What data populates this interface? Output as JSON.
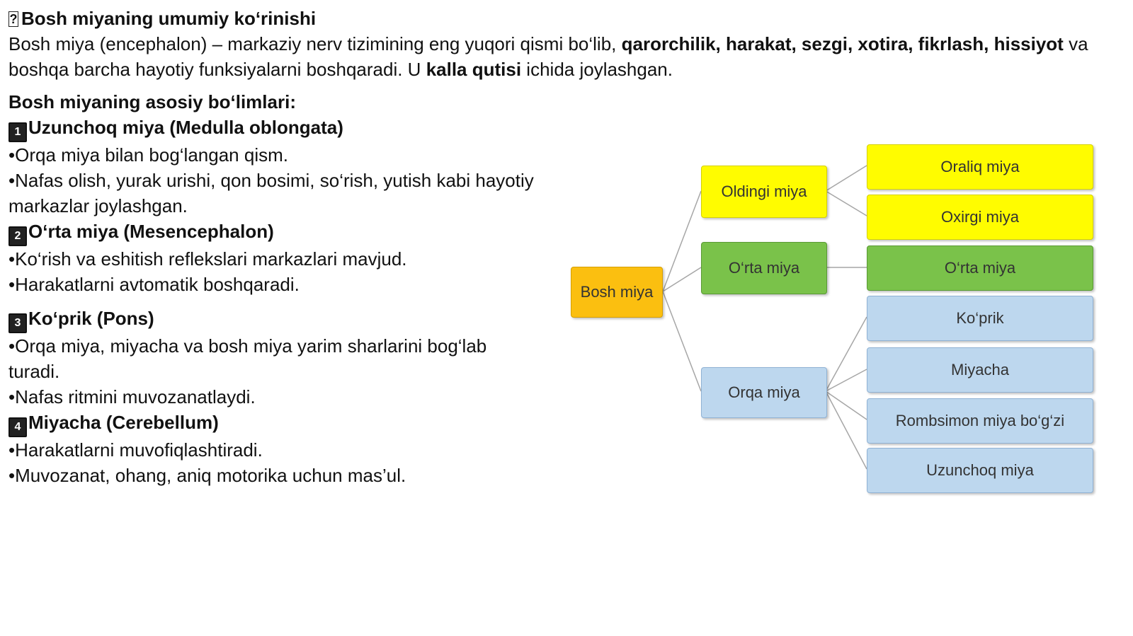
{
  "title": {
    "icon": "box-icon",
    "text": "Bosh miyaning umumiy ko‘rinishi"
  },
  "intro": {
    "p1": "Bosh miya (encephalon) – markaziy nerv tizimining eng yuqori qismi bo‘lib, ",
    "bold1": "qarorchilik, harakat, sezgi, xotira, fikrlash, hissiyot",
    "p2": " va",
    "p3": "boshqa barcha hayotiy funksiyalarni boshqaradi. U ",
    "bold2": "kalla qutisi",
    "p4": " ichida joylashgan."
  },
  "sections_heading": "Bosh miyaning asosiy bo‘limlari:",
  "sections": [
    {
      "num": "1",
      "title": "Uzunchoq miya (Medulla oblongata)",
      "bullets": [
        "•Orqa miya bilan bog‘langan qism.",
        "•Nafas olish, yurak urishi, qon bosimi, so‘rish, yutish kabi hayotiy markazlar joylashgan."
      ]
    },
    {
      "num": "2",
      "title": "O‘rta miya (Mesencephalon)",
      "bullets": [
        "•Ko‘rish va eshitish reflekslari markazlari mavjud.",
        "•Harakatlarni avtomatik boshqaradi."
      ]
    },
    {
      "num": "3",
      "title": "Ko‘prik (Pons)",
      "bullets": [
        "•Orqa miya, miyacha va bosh miya yarim sharlarini bog‘lab turadi.",
        "•Nafas ritmini muvozanatlaydi."
      ]
    },
    {
      "num": "4",
      "title": "Miyacha (Cerebellum)",
      "bullets": [
        "•Harakatlarni muvofiqlashtiradi.",
        "•Muvozanat, ohang, aniq motorika uchun mas’ul."
      ]
    }
  ],
  "diagram": {
    "root": "Bosh miya",
    "level1": [
      "Oldingi miya",
      "O‘rta miya",
      "Orqa miya"
    ],
    "level2": [
      "Oraliq miya",
      "Oxirgi miya",
      "O‘rta miya",
      "Ko‘prik",
      "Miyacha",
      "Rombsimon miya bo‘g‘zi",
      "Uzunchoq miya"
    ],
    "colors": {
      "orange": "#fbbf10",
      "yellow": "#fffc00",
      "green": "#7ac24a",
      "blue": "#bdd7ee"
    }
  }
}
